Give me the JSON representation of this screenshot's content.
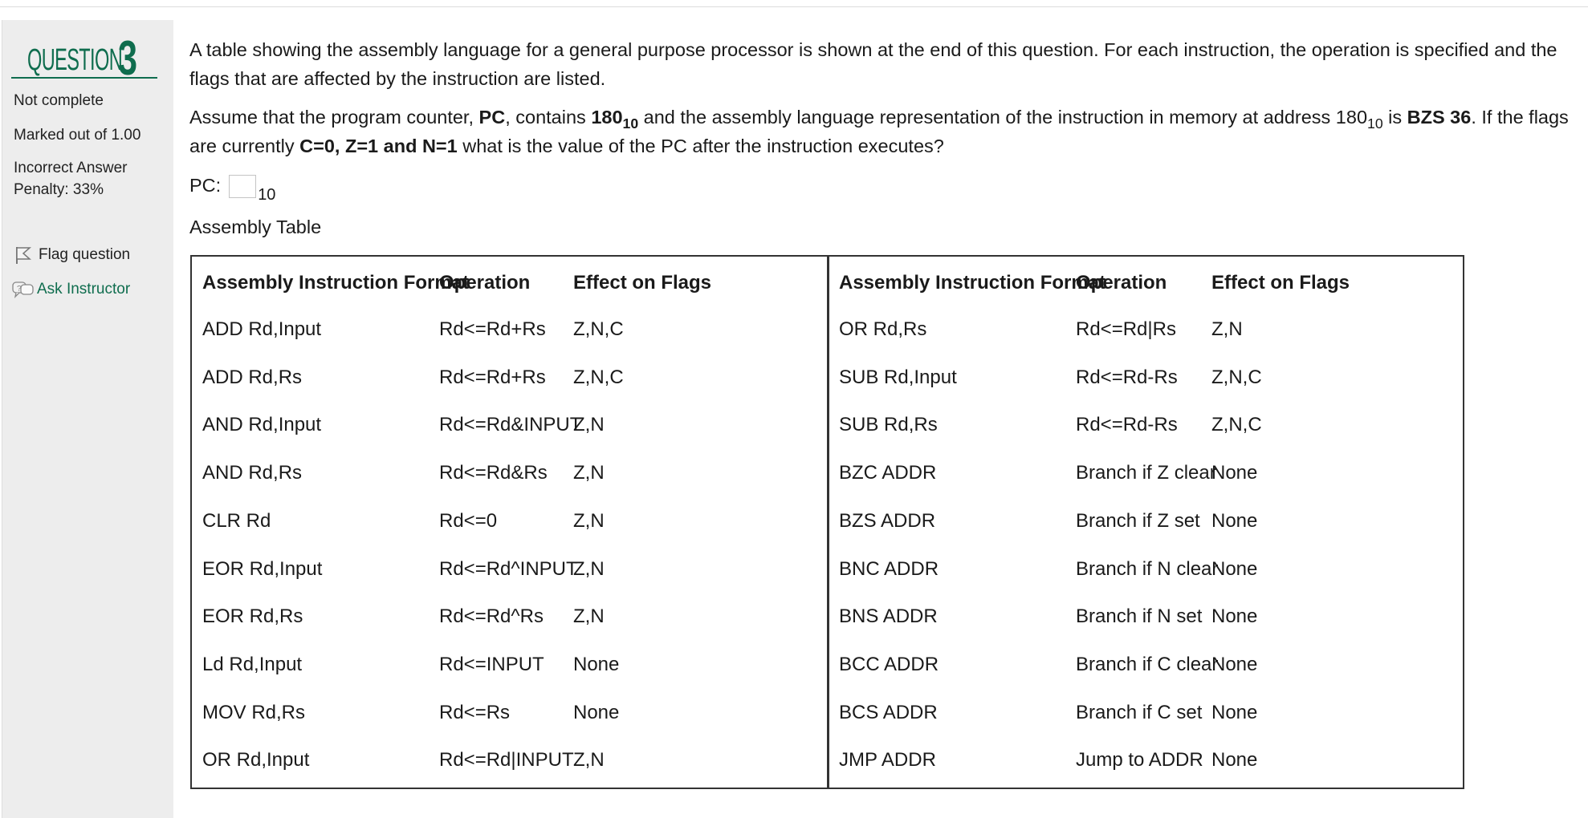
{
  "sidebar": {
    "question_word": "QUESTION",
    "question_number": "3",
    "status": "Not complete",
    "marked": "Marked out of 1.00",
    "penalty_line1": "Incorrect Answer",
    "penalty_line2": "Penalty: 33%",
    "flag_label": "Flag question",
    "ask_label": "Ask Instructor"
  },
  "question": {
    "p1": "A table showing the assembly language for a general purpose processor is shown at the end of this question.  For each instruction, the operation is specified and the flags that are affected by the instruction are listed.",
    "p2_a": "Assume that the program counter, ",
    "p2_pc": "PC",
    "p2_b": ", contains ",
    "p2_val": "180",
    "p2_val_sub": "10",
    "p2_c": " and the assembly language representation of the instruction in memory at address 180",
    "p2_addr_sub": "10",
    "p2_d": " is ",
    "p2_instr": "BZS 36",
    "p2_e": ".  If the flags are currently ",
    "p2_flags": "C=0, Z=1 and N=1",
    "p2_f": " what is the value of the PC after the instruction executes?",
    "pc_label": "PC:",
    "pc_value": "",
    "pc_base": "10",
    "table_title": "Assembly Table"
  },
  "table": {
    "headers": [
      "Assembly Instruction Format",
      "Operation",
      "Effect on Flags"
    ],
    "left_rows": [
      [
        "ADD Rd,Input",
        "Rd<=Rd+Rs",
        "Z,N,C"
      ],
      [
        "ADD Rd,Rs",
        "Rd<=Rd+Rs",
        "Z,N,C"
      ],
      [
        "AND Rd,Input",
        "Rd<=Rd&INPUT",
        "Z,N"
      ],
      [
        "AND Rd,Rs",
        "Rd<=Rd&Rs",
        "Z,N"
      ],
      [
        "CLR Rd",
        "Rd<=0",
        "Z,N"
      ],
      [
        "EOR Rd,Input",
        "Rd<=Rd^INPUT",
        "Z,N"
      ],
      [
        "EOR Rd,Rs",
        "Rd<=Rd^Rs",
        "Z,N"
      ],
      [
        "Ld Rd,Input",
        "Rd<=INPUT",
        "None"
      ],
      [
        "MOV Rd,Rs",
        "Rd<=Rs",
        "None"
      ],
      [
        "OR Rd,Input",
        "Rd<=Rd|INPUT",
        "Z,N"
      ]
    ],
    "right_rows": [
      [
        "OR Rd,Rs",
        "Rd<=Rd|Rs",
        "Z,N"
      ],
      [
        "SUB Rd,Input",
        "Rd<=Rd-Rs",
        "Z,N,C"
      ],
      [
        "SUB Rd,Rs",
        "Rd<=Rd-Rs",
        "Z,N,C"
      ],
      [
        "BZC ADDR",
        "Branch if Z clear",
        "None"
      ],
      [
        "BZS ADDR",
        "Branch if Z set",
        "None"
      ],
      [
        "BNC ADDR",
        "Branch if N clear",
        "None"
      ],
      [
        "BNS ADDR",
        "Branch if N set",
        "None"
      ],
      [
        "BCC ADDR",
        "Branch if C clear",
        "None"
      ],
      [
        "BCS ADDR",
        "Branch if C set",
        "None"
      ],
      [
        "JMP ADDR",
        "Jump to ADDR",
        "None"
      ]
    ]
  }
}
